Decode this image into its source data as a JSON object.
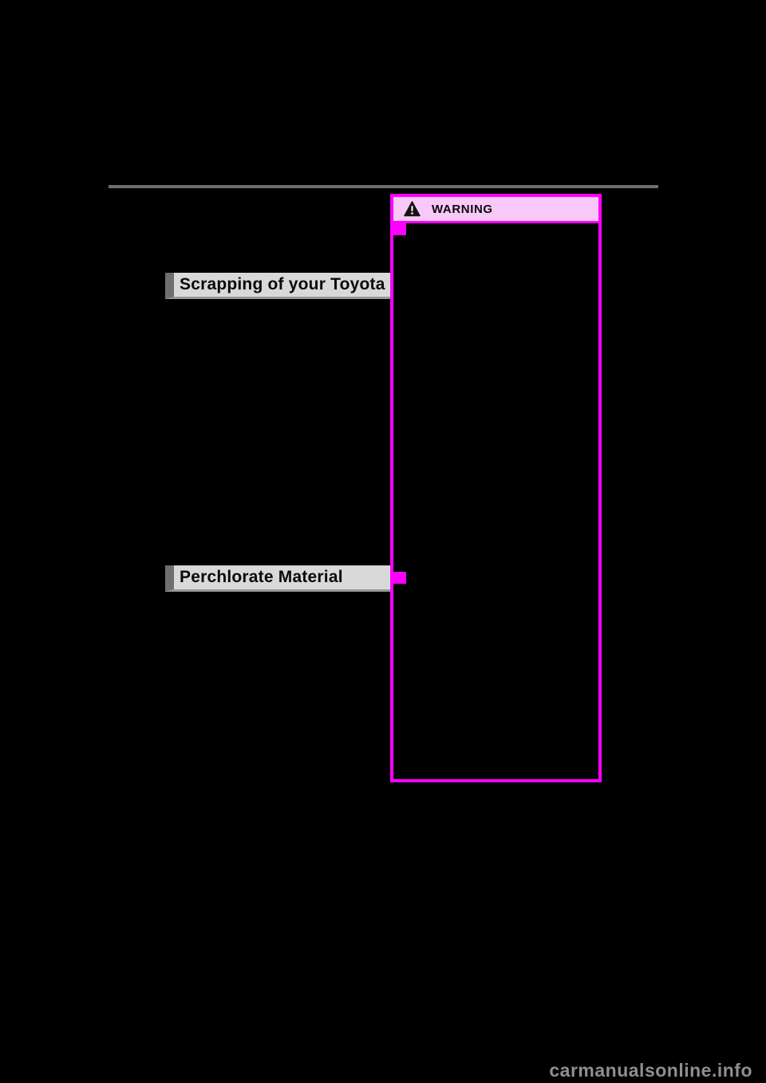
{
  "page": {
    "background": "#000000",
    "description": "Toyota owner's manual page with redacted (blacked-out) body text"
  },
  "colors": {
    "magenta_accent": "#FF00FF",
    "warning_header_bg": "#F8C8F8",
    "section_header_bg": "#D9D9D9",
    "section_header_accent": "#6F6F6F",
    "divider_gray": "#6E6E6E",
    "watermark_gray": "#8F8F8F"
  },
  "sections": [
    {
      "label": "Scrapping of your Toyota"
    },
    {
      "label": "Perchlorate Material"
    }
  ],
  "warning_box": {
    "title": "WARNING",
    "icon": "warning-triangle",
    "bullet_count": 2
  },
  "watermark": {
    "text": "carmanualsonline.info"
  }
}
